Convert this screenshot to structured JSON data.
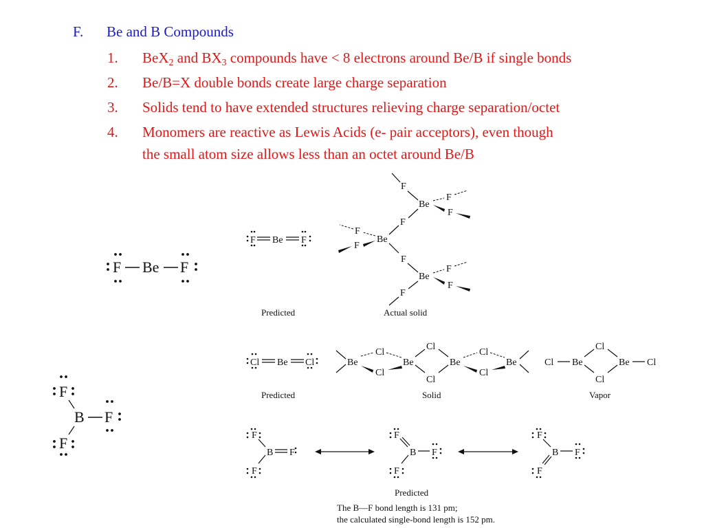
{
  "heading": {
    "number": "F.",
    "text": "Be and B Compounds"
  },
  "items": [
    {
      "number": "1.",
      "parts": [
        "BeX",
        "2",
        " and BX",
        "3",
        " compounds have < 8 electrons around Be/B if single bonds"
      ]
    },
    {
      "number": "2.",
      "text": "Be/B=X double bonds create large charge separation"
    },
    {
      "number": "3.",
      "text": "Solids tend to have extended structures relieving charge separation/octet"
    },
    {
      "number": "4.",
      "line1": "Monomers are reactive as Lewis Acids (e- pair acceptors), even though",
      "line2": "the small atom size allows less than an octet around Be/B"
    }
  ],
  "atoms": {
    "F": "F",
    "Be": "Be",
    "B": "B",
    "Cl": "Cl"
  },
  "captions": {
    "bef2_predicted": "Predicted",
    "bef2_solid": "Actual solid",
    "becl2_predicted": "Predicted",
    "becl2_solid": "Solid",
    "becl2_vapor": "Vapor",
    "bf3_predicted": "Predicted",
    "bf3_note1": "The B—F bond length is 131 pm;",
    "bf3_note2": "the calculated single-bond length is 152 pm."
  }
}
